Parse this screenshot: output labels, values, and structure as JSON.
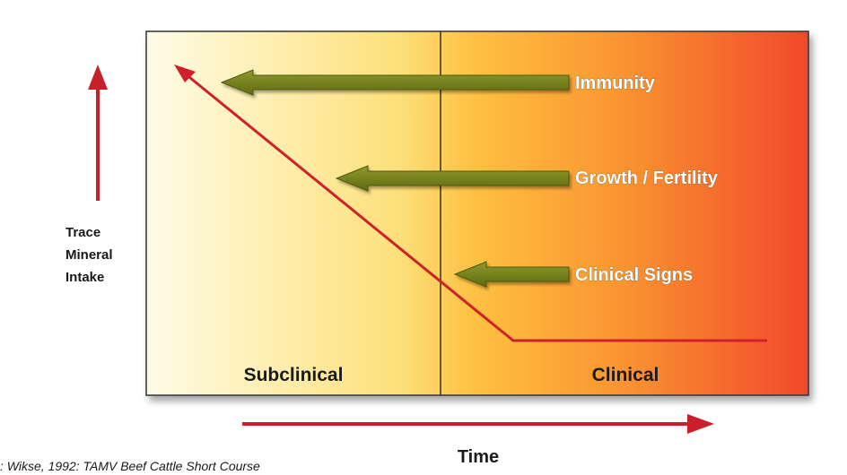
{
  "diagram": {
    "arrows": {
      "immunity": "Immunity",
      "growth": "Growth / Fertility",
      "clinical_signs": "Clinical Signs"
    },
    "regions": {
      "left": "Subclinical",
      "right": "Clinical"
    },
    "y_axis_label": [
      "Trace",
      "Mineral",
      "Intake"
    ],
    "x_axis_label": "Time",
    "source": ": Wikse, 1992: TAMV Beef Cattle Short Course"
  },
  "colors": {
    "red_line": "#d0202a",
    "olive_arrow": "#6e7a1c",
    "gradient_start": "#fffbe0",
    "gradient_mid": "#fdbb3a",
    "gradient_end": "#f2482c"
  }
}
